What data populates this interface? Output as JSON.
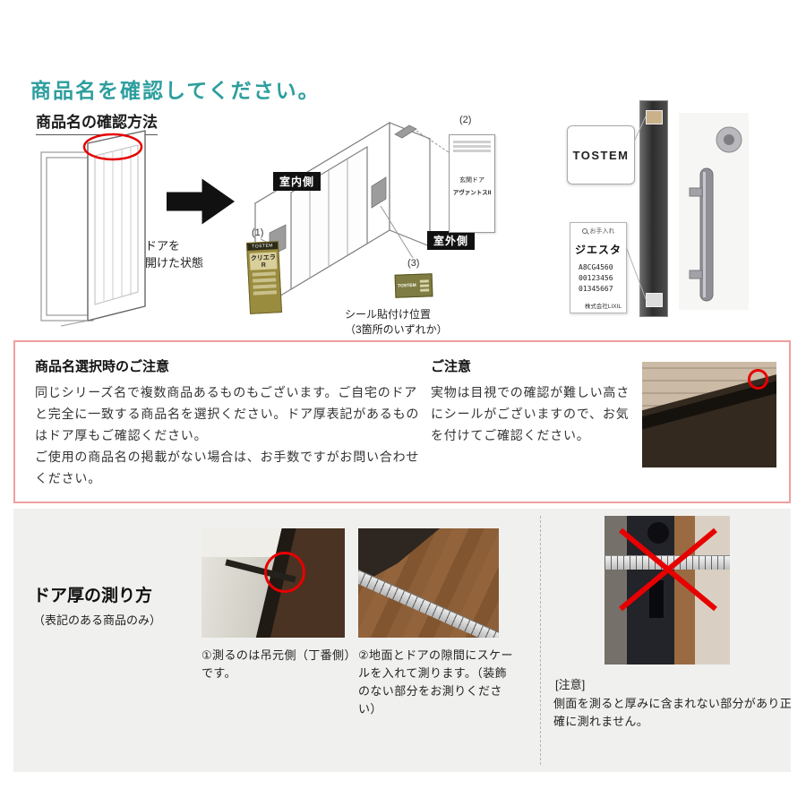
{
  "colors": {
    "accent_teal": "#2E9E9E",
    "notice_border": "#EF9F9F",
    "section_bg": "#F0F0EF",
    "highlight_red": "#E60000"
  },
  "header": {
    "title": "商品名を確認してください。",
    "method_heading": "商品名の確認方法"
  },
  "overview": {
    "door_state_caption": "ドアを\n開けた状態",
    "markers": {
      "m1": "(1)",
      "m2": "(2)",
      "m3": "(3)"
    },
    "indoor_label": "室内側",
    "outdoor_label": "室外側",
    "seal_caption": "シール貼付け位置\n（3箇所のいずれか）",
    "product_card": {
      "line1": "玄関ドア",
      "line2": "アヴァントスII"
    },
    "sticker1": {
      "brand": "TOSTEM",
      "name": "クリエラR"
    },
    "sticker3": {
      "brand": "TOSTEM"
    }
  },
  "right_panel": {
    "logo": "TOSTEM",
    "label_card": {
      "care": "お手入れ",
      "name": "ジエスタ",
      "code1": "A8CG4560",
      "code2": "00123456",
      "code3": "01345667",
      "company": "株式会社LIXIL"
    }
  },
  "notice": {
    "left_heading": "商品名選択時のご注意",
    "left_body": "同じシリーズ名で複数商品あるものもございます。ご自宅のドアと完全に一致する商品名を選択ください。ドア厚表記があるものはドア厚もご確認ください。\nご使用の商品名の掲載がない場合は、お手数ですがお問い合わせください。",
    "right_heading": "ご注意",
    "right_body": "実物は目視での確認が難しい高さにシールがございますので、お気を付けてご確認ください。"
  },
  "measure": {
    "heading": "ドア厚の測り方",
    "subheading": "（表記のある商品のみ）",
    "step1": "①測るのは吊元側（丁番側）です。",
    "step2": "②地面とドアの隙間にスケールを入れて測ります。（装飾のない部分をお測りください）",
    "note_label": "[注意]",
    "note_body": "側面を測ると厚みに含まれない部分があり正確に測れません。"
  }
}
